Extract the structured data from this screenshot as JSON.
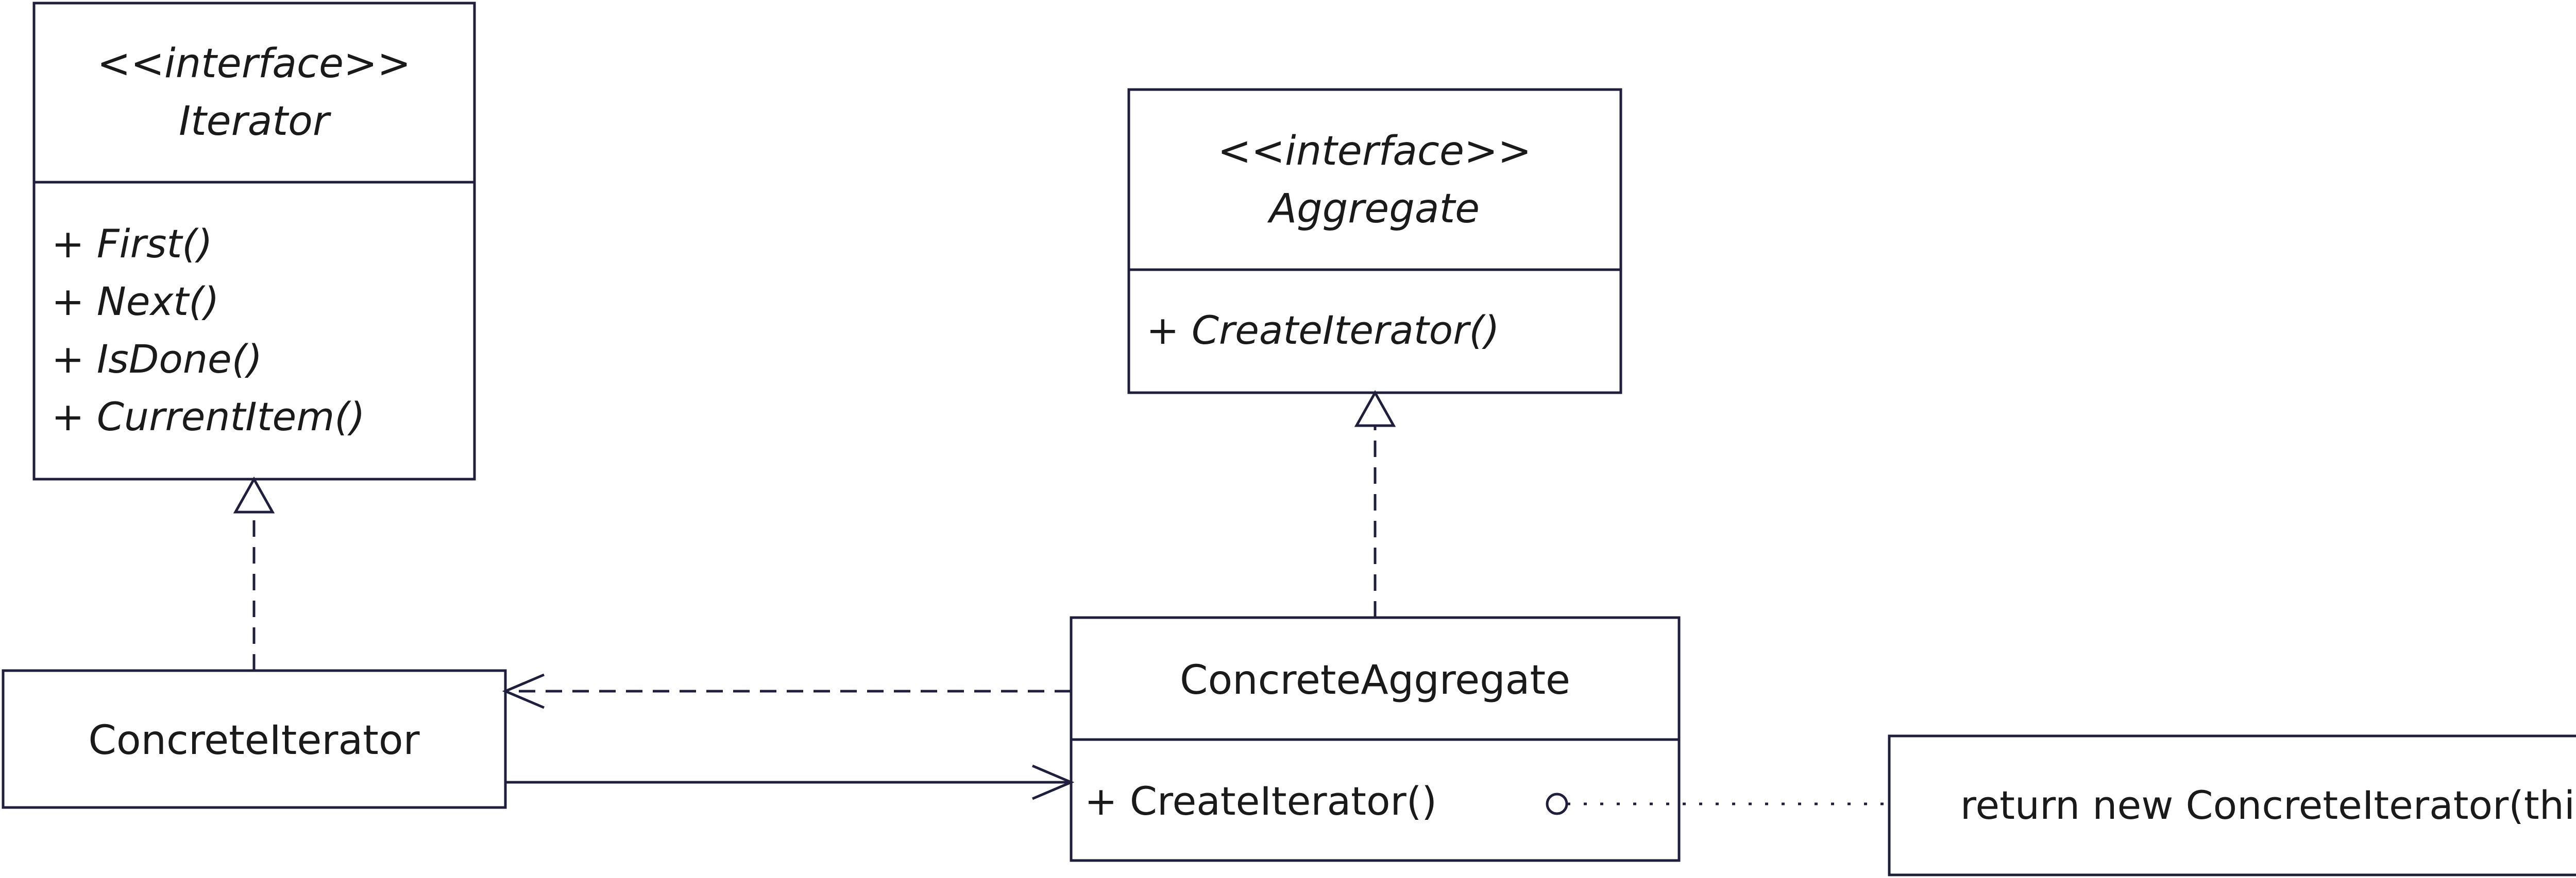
{
  "classes": {
    "iterator": {
      "stereotype": "<<interface>>",
      "name": "Iterator",
      "operations": [
        "+ First()",
        "+ Next()",
        "+ IsDone()",
        "+ CurrentItem()"
      ]
    },
    "aggregate": {
      "stereotype": "<<interface>>",
      "name": "Aggregate",
      "operations": [
        "+ CreateIterator()"
      ]
    },
    "concrete_iterator": {
      "name": "ConcreteIterator"
    },
    "concrete_aggregate": {
      "name": "ConcreteAggregate",
      "operations": [
        "+ CreateIterator()"
      ]
    }
  },
  "note": {
    "text": "return new ConcreteIterator(this)"
  },
  "colors": {
    "stroke": "#1f1f3d",
    "text": "#1a1a1a",
    "background": "#ffffff"
  }
}
